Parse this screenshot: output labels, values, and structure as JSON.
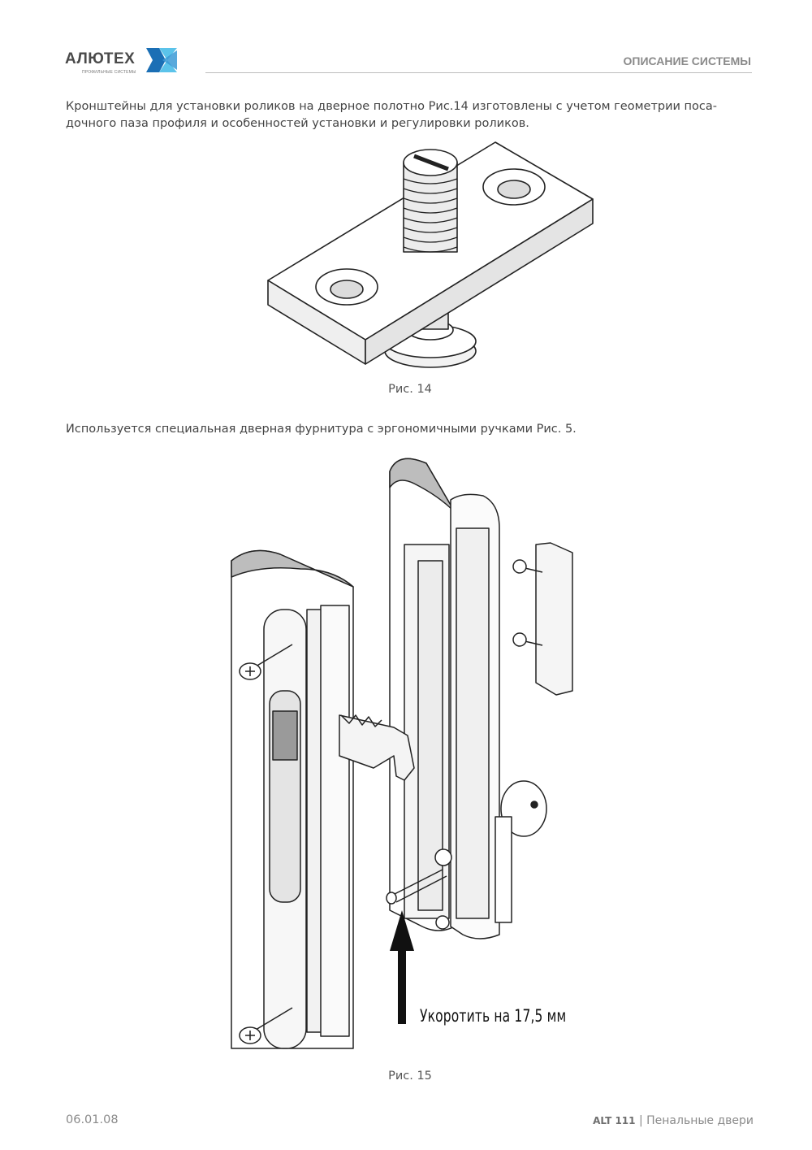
{
  "header": {
    "logo": {
      "name": "АЛЮТЕХ",
      "tagline": "ПРОФИЛЬНЫЕ СИСТЕМЫ",
      "colors": {
        "text": "#4a4a4a",
        "blue_dark": "#1b6fb5",
        "blue_light": "#5bc3ea"
      }
    },
    "section_title": "ОПИСАНИЕ СИСТЕМЫ"
  },
  "content": {
    "paragraph_1": "Кронштейны для установки роликов на дверное полотно Рис.14 изготовлены с учетом геометрии поса-дочного паза профиля и особенностей установки и регулировки роликов.",
    "figure_14": {
      "caption": "Рис. 14",
      "icon": "roller-bracket-drawing"
    },
    "paragraph_2": "Используется специальная дверная фурнитура с эргономичными ручками Рис. 5.",
    "figure_15": {
      "caption": "Рис. 15",
      "annotation": "Укоротить на 17,5 мм",
      "icon": "door-handle-assembly-drawing"
    }
  },
  "footer": {
    "date": "06.01.08",
    "doc_code": "ALT 111",
    "separator": "|",
    "doc_title": "Пенальные двери"
  }
}
